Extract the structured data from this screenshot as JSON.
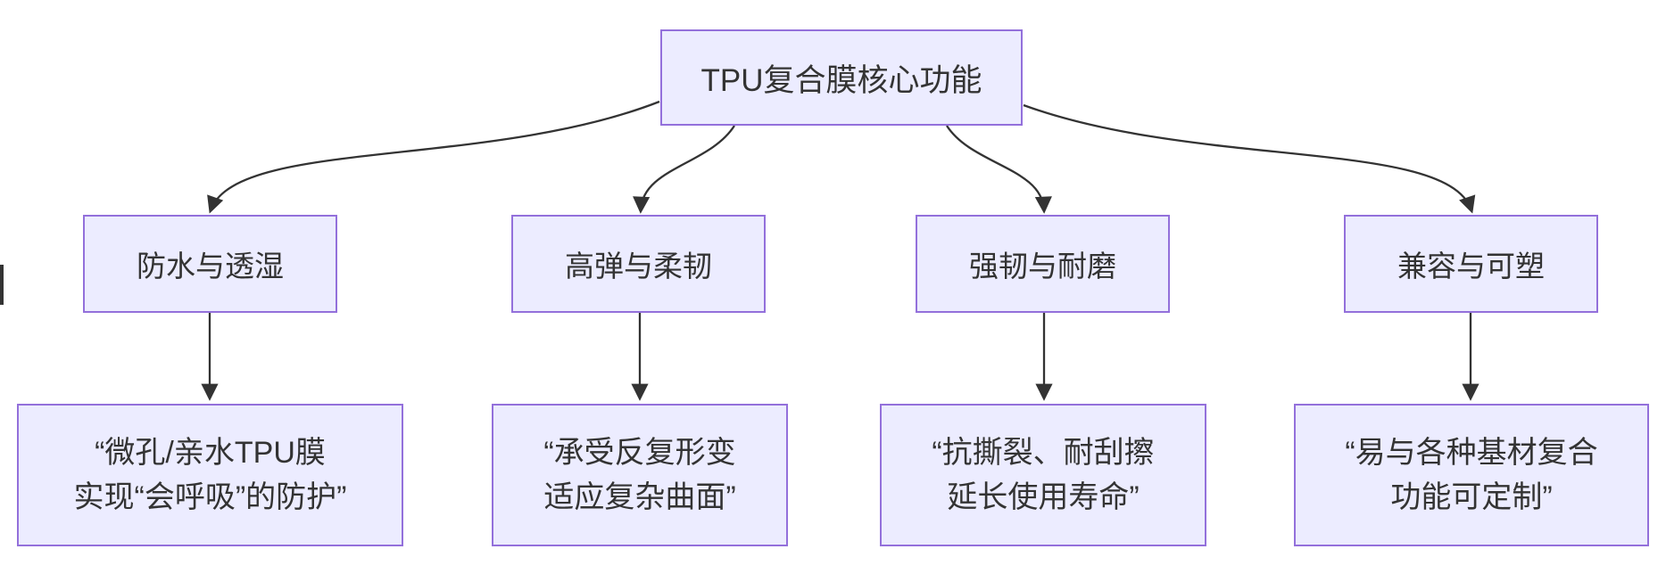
{
  "diagram": {
    "root": {
      "label": "TPU复合膜核心功能"
    },
    "branches": [
      {
        "label": "防水与透湿",
        "detail": [
          "“微孔/亲水TPU膜",
          "实现“会呼吸”的防护”"
        ]
      },
      {
        "label": "高弹与柔韧",
        "detail": [
          "“承受反复形变",
          "适应复杂曲面”"
        ]
      },
      {
        "label": "强韧与耐磨",
        "detail": [
          "“抗撕裂、耐刮擦",
          "延长使用寿命”"
        ]
      },
      {
        "label": "兼容与可塑",
        "detail": [
          "“易与各种基材复合",
          "功能可定制”"
        ]
      }
    ],
    "colors": {
      "node_fill": "#ECECFF",
      "node_border": "#9370DB",
      "edge": "#333333",
      "text": "#333333",
      "background": "#FFFFFF"
    }
  }
}
